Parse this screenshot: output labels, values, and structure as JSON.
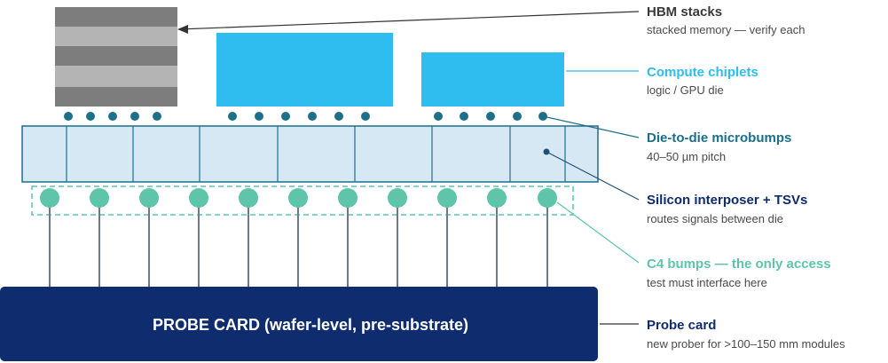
{
  "colors": {
    "hbm_dark": "#7d7d7d",
    "hbm_light": "#b4b4b4",
    "chiplet": "#2fbcef",
    "microbump": "#1d6f8a",
    "interposer_fill": "#d6e8f4",
    "interposer_stroke": "#1f6f8b",
    "c4": "#5ec4aa",
    "probe_card": "#0f2c6e",
    "label_dark": "#3a3a3a",
    "label_teal_dark": "#1a6f8c",
    "label_navy": "#0f2c6e",
    "leader_dark": "#333333"
  },
  "probe_card": {
    "label": "PROBE CARD (wafer-level, pre-substrate)"
  },
  "labels": [
    {
      "key": "hbm",
      "title": "HBM stacks",
      "subtitle": "stacked memory — verify each",
      "color": "#3a3a3a"
    },
    {
      "key": "compute",
      "title": "Compute chiplets",
      "subtitle": "logic / GPU die",
      "color": "#2fbcef"
    },
    {
      "key": "d2d",
      "title": "Die-to-die microbumps",
      "subtitle": "40–50 µm pitch",
      "color": "#1a6f8c"
    },
    {
      "key": "interposer",
      "title": "Silicon interposer + TSVs",
      "subtitle": "routes signals between die",
      "color": "#0f2c6e"
    },
    {
      "key": "c4",
      "title": "C4 bumps — the only access",
      "subtitle": "test must interface here",
      "color": "#5ec4aa"
    },
    {
      "key": "probe",
      "title": "Probe card",
      "subtitle": "new prober for >100–150 mm modules",
      "color": "#0f2c6e"
    }
  ]
}
